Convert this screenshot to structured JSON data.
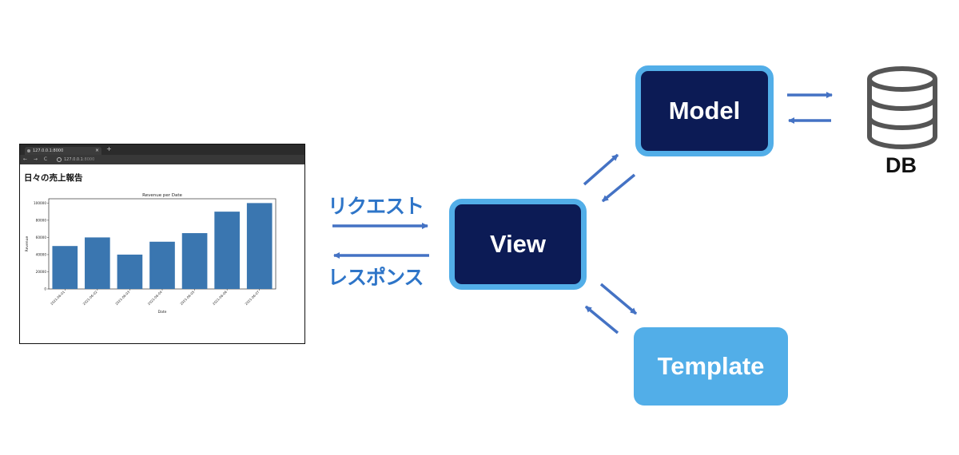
{
  "browser": {
    "tab_title": "127.0.0.1:8000",
    "close_glyph": "×",
    "new_tab_glyph": "+",
    "nav_glyphs": "← → C",
    "url_host": "127.0.0.1",
    "url_port": ":8000",
    "page_heading": "日々の売上報告"
  },
  "chart_data": {
    "type": "bar",
    "title": "Revenue per Date",
    "xlabel": "Date",
    "ylabel": "Revenue",
    "categories": [
      "2021-06-01",
      "2021-06-02",
      "2021-06-03",
      "2021-06-04",
      "2021-06-05",
      "2021-06-06",
      "2021-06-07"
    ],
    "values": [
      50000,
      60000,
      40000,
      55000,
      65000,
      90000,
      100000
    ],
    "ylim": [
      0,
      105000
    ],
    "yticks": [
      0,
      20000,
      40000,
      60000,
      80000,
      100000
    ],
    "grid": false,
    "bar_color": "#3a76b0"
  },
  "labels": {
    "request": "リクエスト",
    "response": "レスポンス"
  },
  "nodes": {
    "view": "View",
    "model": "Model",
    "template": "Template",
    "db": "DB"
  },
  "colors": {
    "arrow": "#4472c4",
    "label": "#2e75c8",
    "box_dark": "#0c1b55",
    "box_light": "#52aee8"
  }
}
